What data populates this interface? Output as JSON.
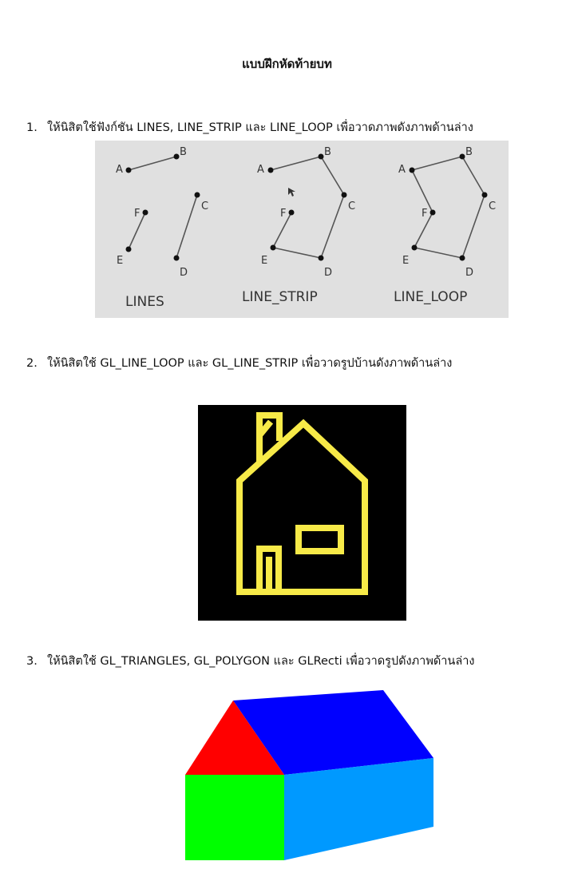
{
  "page": {
    "title": "แบบฝึกหัดท้ายบท"
  },
  "questions": [
    {
      "number": "1.",
      "text": "ให้นิสิตใช้ฟังก์ชัน LINES, LINE_STRIP และ LINE_LOOP เพื่อวาดภาพดังภาพด้านล่าง"
    },
    {
      "number": "2.",
      "text": "ให้นิสิตใช้ GL_LINE_LOOP และ GL_LINE_STRIP เพื่อวาดรูปบ้านดังภาพด้านล่าง"
    },
    {
      "number": "3.",
      "text": "ให้นิสิตใช้ GL_TRIANGLES, GL_POLYGON และ GLRecti เพื่อวาดรูปดังภาพด้านล่าง"
    }
  ],
  "figure1": {
    "panels": [
      {
        "caption": "LINES",
        "points": {
          "a": "A",
          "b": "B",
          "c": "C",
          "d": "D",
          "e": "E",
          "f": "F"
        }
      },
      {
        "caption": "LINE_STRIP",
        "points": {
          "a": "A",
          "b": "B",
          "c": "C",
          "d": "D",
          "e": "E",
          "f": "F"
        }
      },
      {
        "caption": "LINE_LOOP",
        "points": {
          "a": "A",
          "b": "B",
          "c": "C",
          "d": "D",
          "e": "E",
          "f": "F"
        }
      }
    ],
    "background_color": "#e0e0e0",
    "line_color": "#555555"
  },
  "figure2": {
    "background_color": "#000000",
    "stroke_color": "#f7ea48"
  },
  "figure3": {
    "roof_triangle_color": "#ff0000",
    "roof_polygon_color": "#0000ff",
    "front_rect_color": "#00ff00",
    "side_polygon_color": "#0099ff"
  }
}
